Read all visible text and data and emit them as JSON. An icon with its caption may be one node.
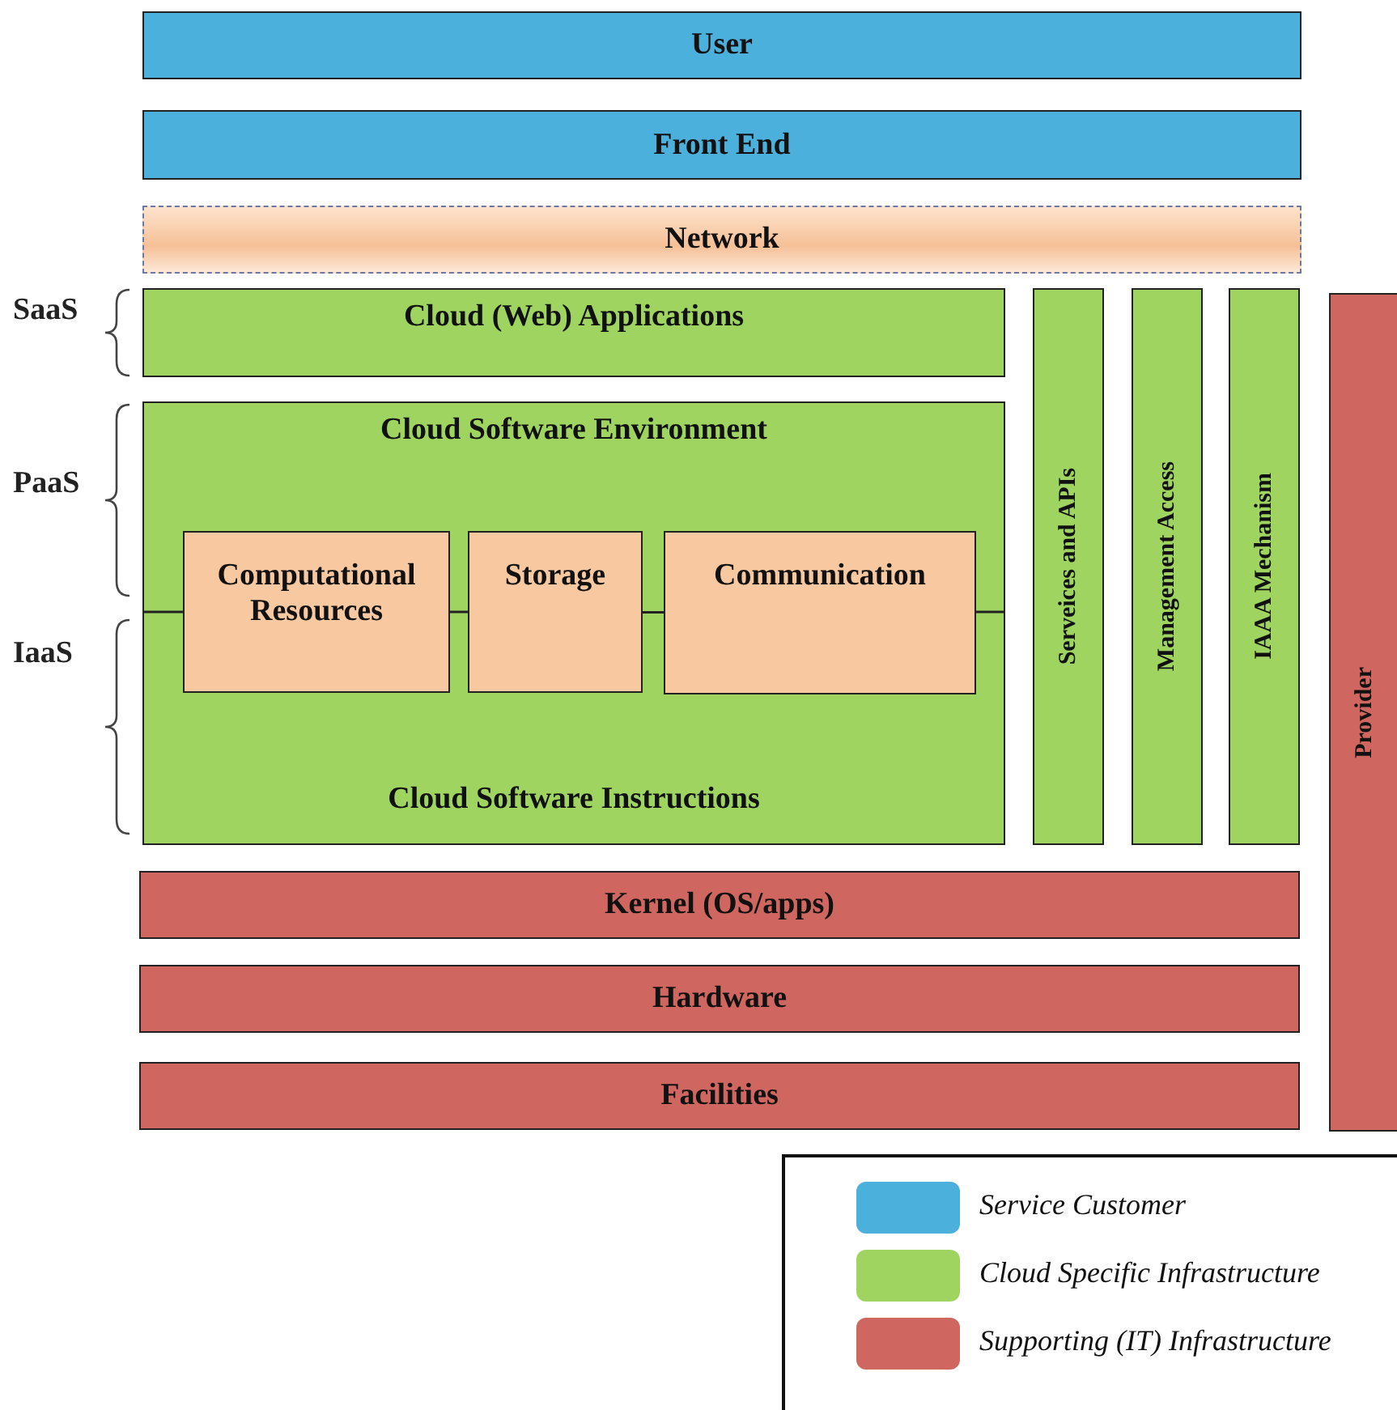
{
  "diagram": {
    "nodes": [
      {
        "text": [
          "User"
        ]
      },
      {
        "text": [
          "Front End"
        ]
      },
      {
        "text": [
          "Network"
        ]
      },
      {
        "text": [
          "Cloud (Web) Applications"
        ]
      },
      {
        "text": [
          "Cloud Software Environment",
          "Cloud Software Instructions"
        ]
      },
      {
        "text": [
          "Computational Resources"
        ],
        "in": 4
      },
      {
        "text": [
          "Storage"
        ],
        "in": 4
      },
      {
        "text": [
          "Communication"
        ],
        "in": 4
      },
      {
        "text": [
          "Serveices and APIs"
        ]
      },
      {
        "text": [
          "Management Access"
        ]
      },
      {
        "text": [
          "IAAA Mechanism"
        ]
      },
      {
        "text": [
          "Kernel (OS/apps)"
        ]
      },
      {
        "text": [
          "Hardware"
        ]
      },
      {
        "text": [
          "Facilities"
        ]
      },
      {
        "text": [
          "Provider"
        ]
      }
    ],
    "edges": [
      {
        "from": 5,
        "to": 6,
        "arrow": "none"
      },
      {
        "from": 6,
        "to": 7,
        "arrow": "none"
      }
    ],
    "labels": [
      "SaaS",
      "PaaS",
      "IaaS"
    ],
    "legend": [
      {
        "text": "Service Customer",
        "color": "#4bb0dc"
      },
      {
        "text": "Cloud Specific Infrastructure",
        "color": "#9fd461"
      },
      {
        "text": "Supporting (IT) Infrastructure",
        "color": "#cf6660"
      }
    ]
  }
}
